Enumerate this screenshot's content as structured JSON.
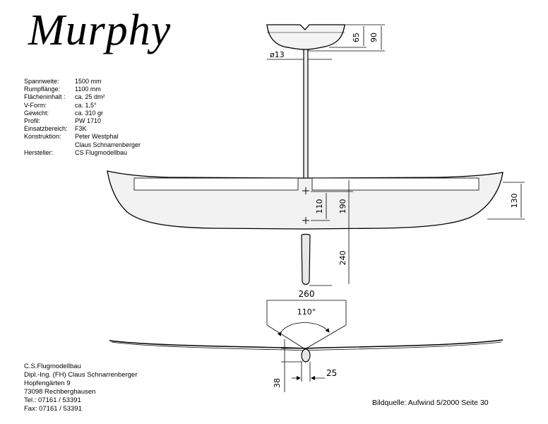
{
  "title": "Murphy",
  "specs": [
    {
      "label": "Spannweite:",
      "value": "1500 mm"
    },
    {
      "label": "Rumpflänge:",
      "value": "1100 mm"
    },
    {
      "label": "Flächeninhalt :",
      "value": "ca. 25 dm²"
    },
    {
      "label": "V-Form:",
      "value": "ca. 1,5°"
    },
    {
      "label": "Gewicht:",
      "value": "ca. 310 gr"
    },
    {
      "label": "Profil:",
      "value": "PW 1710"
    },
    {
      "label": "Einsatzbereich:",
      "value": "F3K"
    },
    {
      "label": "Konstruktion:",
      "value": "Peter Westphal"
    },
    {
      "label": "",
      "value": "Claus Schnarrenberger"
    },
    {
      "label": "Hersteller:",
      "value": "CS Flugmodellbau"
    }
  ],
  "address": [
    "C.S.Flugmodellbau",
    "Dipl.-Ing. (FH) Claus Schnarrenberger",
    "Hopfengärten 9",
    "73098 Rechberghausen",
    "Tel.: 07161 / 53391",
    "Fax: 07161 / 53391"
  ],
  "source": "Bildquelle: Aufwind 5/2000 Seite 30",
  "dimensions": {
    "tail_chord": "65",
    "tail_height": "90",
    "boom_diameter": "ø13",
    "cg_position": "110",
    "wing_to_cg": "190",
    "root_chord": "130",
    "fin_length": "240",
    "dihedral_width": "260",
    "dihedral_angle": "110°",
    "pod_height": "38",
    "pod_width": "25"
  }
}
